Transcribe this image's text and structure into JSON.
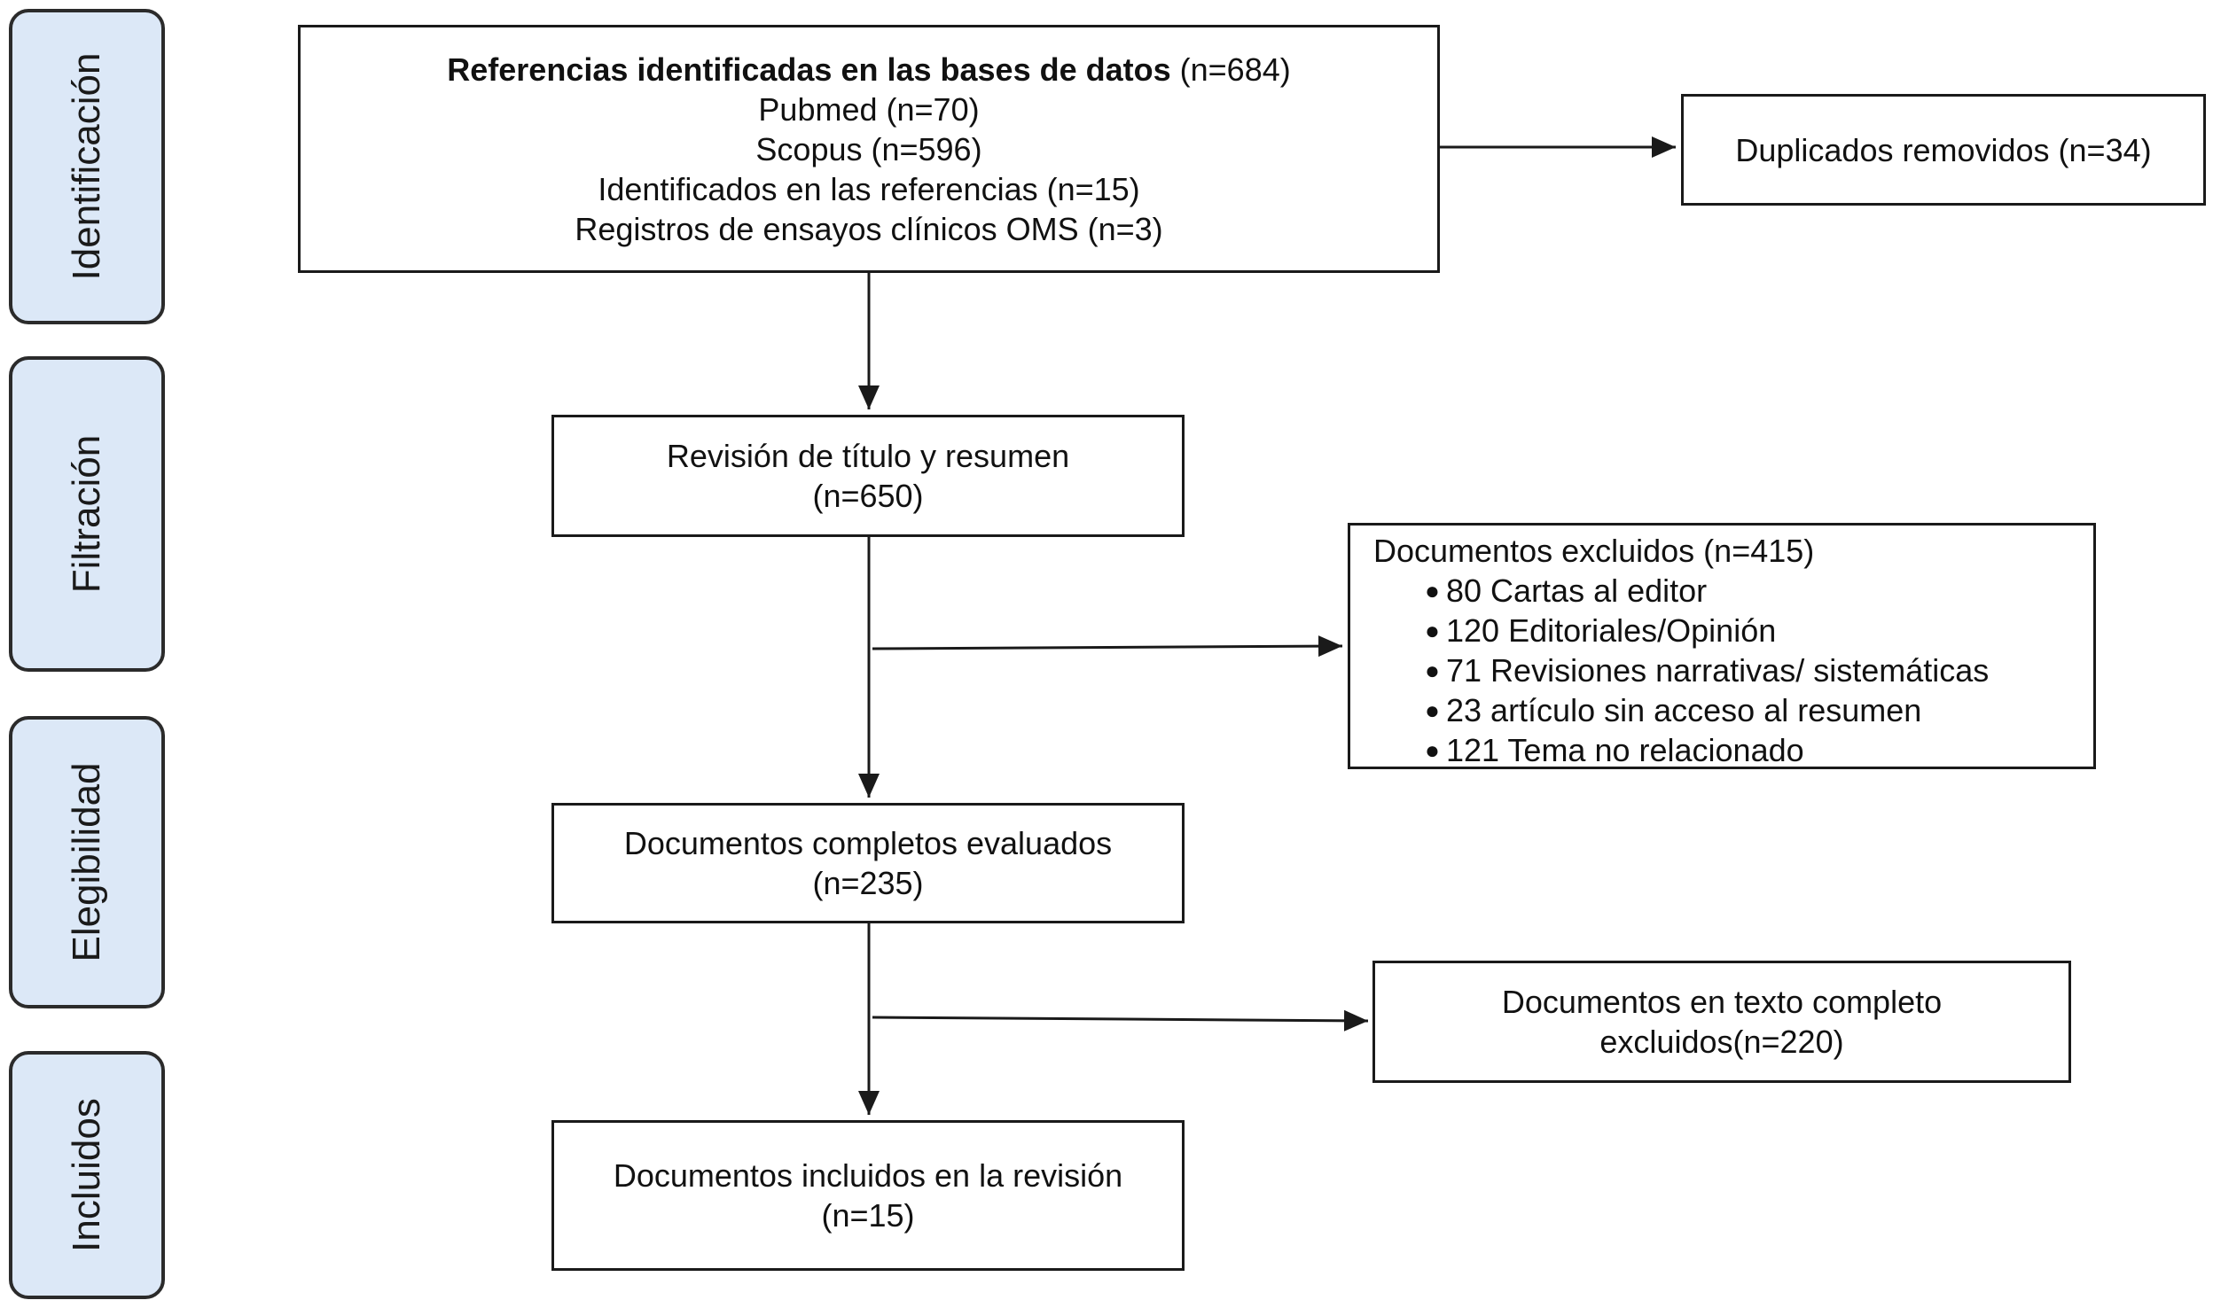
{
  "stages": {
    "identificacion": "Identificación",
    "filtracion": "Filtración",
    "elegibilidad": "Elegibilidad",
    "incluidos": "Incluidos"
  },
  "identification_box": {
    "title": "Referencias identificadas en las bases de datos",
    "title_count": "(n=684)",
    "lines": [
      "Pubmed (n=70)",
      "Scopus (n=596)",
      "Identificados en las referencias (n=15)",
      "Registros de ensayos clínicos OMS (n=3)"
    ]
  },
  "duplicates_box": {
    "text": "Duplicados removidos (n=34)"
  },
  "screening_box": {
    "line1": "Revisión de título y resumen",
    "line2": "(n=650)"
  },
  "excluded_box": {
    "title": "Documentos excluidos  (n=415)",
    "items": [
      "80 Cartas al editor",
      "120 Editoriales/Opinión",
      "71 Revisiones narrativas/ sistemáticas",
      "23 artículo sin acceso al resumen",
      "121 Tema no relacionado"
    ]
  },
  "fulltext_box": {
    "line1": "Documentos completos evaluados",
    "line2": "(n=235)"
  },
  "fulltext_excluded_box": {
    "line1": "Documentos en texto completo",
    "line2": "excluidos(n=220)"
  },
  "included_box": {
    "line1": "Documentos incluidos en la revisión",
    "line2": "(n=15)"
  },
  "bullet_glyph": "●"
}
